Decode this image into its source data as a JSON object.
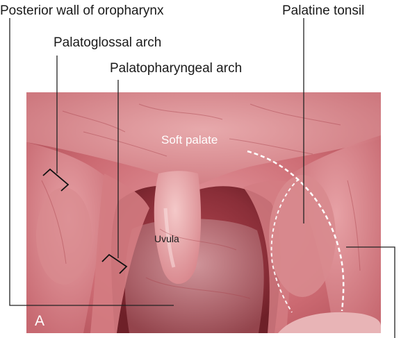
{
  "labels": {
    "posterior_wall": "Posterior wall of oropharynx",
    "palatine_tonsil": "Palatine tonsil",
    "palatoglossal_arch": "Palatoglossal arch",
    "palatopharyngeal_arch": "Palatopharyngeal arch",
    "soft_palate": "Soft palate",
    "uvula": "Uvula",
    "panel": "A"
  },
  "colors": {
    "leader_line": "#222222",
    "mucosa_base": "#c8646a",
    "mucosa_light": "#e8a0a4",
    "mucosa_dark": "#7a2a30",
    "outline_dashes": "#ffffff"
  }
}
